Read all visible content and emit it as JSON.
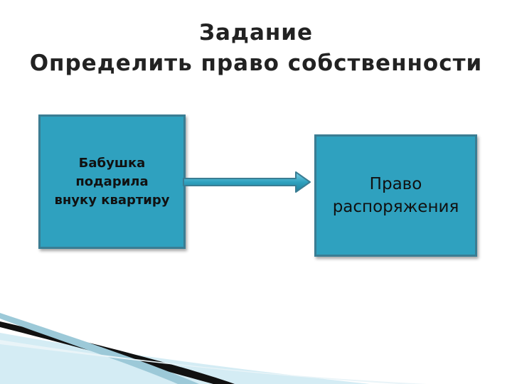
{
  "title": {
    "line1": "Задание",
    "line2": "Определить право собственности"
  },
  "boxes": {
    "left": {
      "lines": [
        "Бабушка",
        "подарила",
        "внуку квартиру"
      ]
    },
    "right": {
      "lines": [
        "Право",
        "распоряжения"
      ]
    }
  },
  "colors": {
    "box_fill": "#2fa1bf",
    "box_border": "#3a7d93",
    "title_text": "#222222"
  }
}
